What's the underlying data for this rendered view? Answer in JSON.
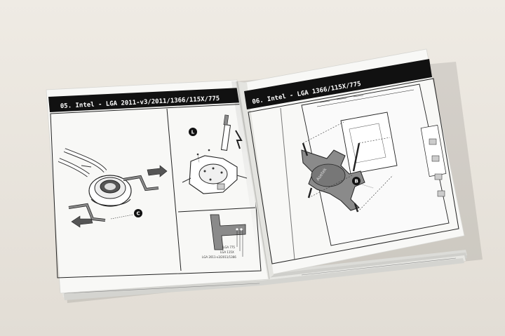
{
  "photo": {
    "subject": "Open installation manual booklet",
    "background_color": "#ebe6df"
  },
  "left_page": {
    "header": "05. Intel - LGA 2011-v3/2011/1366/115X/775",
    "markers": {
      "c": "C",
      "l": "L"
    },
    "bracket_labels": [
      "LGA 775",
      "LGA 115X",
      "LGA 2011-v3/2011/1366"
    ]
  },
  "right_page": {
    "header": "06. Intel - LGA 1366/115X/775",
    "markers": {
      "b": "B"
    }
  },
  "colors": {
    "header_bar": "#111111",
    "page": "#f8f8f6",
    "part_gray": "#8a8a8a"
  }
}
